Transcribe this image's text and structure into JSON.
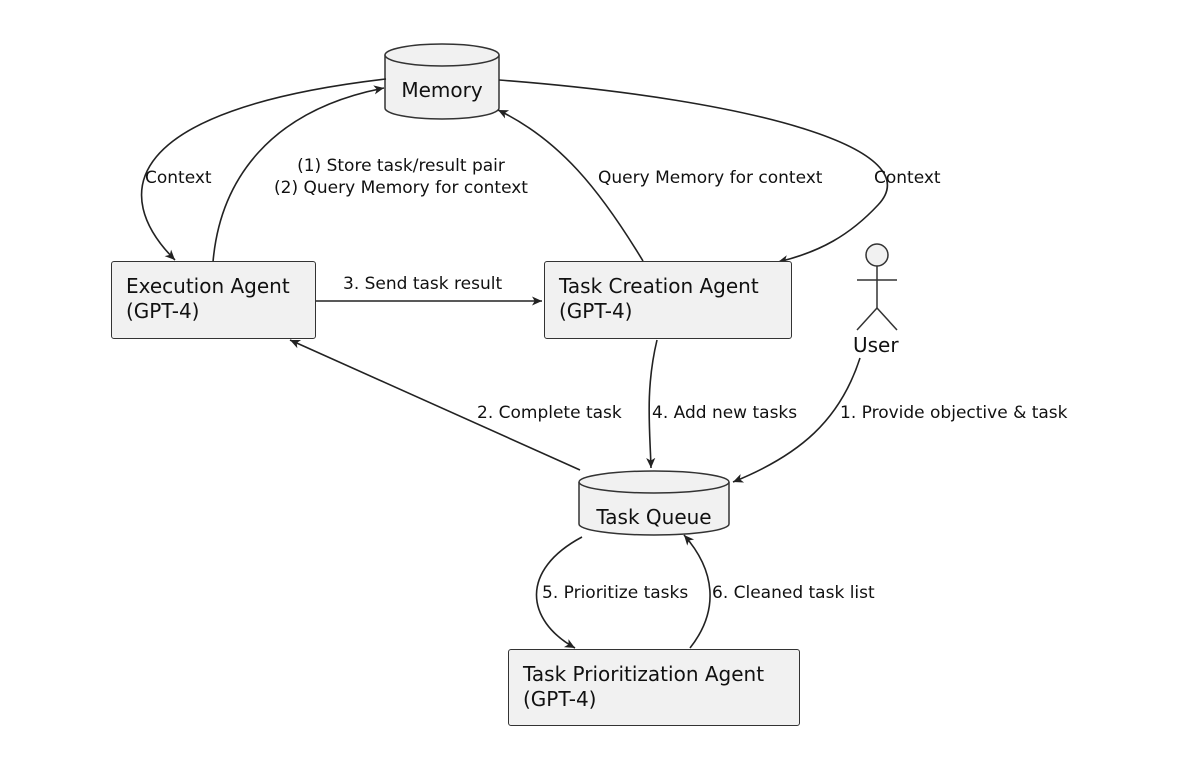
{
  "nodes": {
    "memory": {
      "label": "Memory"
    },
    "task_queue": {
      "label": "Task Queue"
    },
    "execution_agent": {
      "name": "Execution Agent",
      "model": "(GPT-4)"
    },
    "task_creation_agent": {
      "name": "Task Creation Agent",
      "model": "(GPT-4)"
    },
    "task_prioritization_agent": {
      "name": "Task Prioritization Agent",
      "model": "(GPT-4)"
    },
    "user": {
      "label": "User"
    }
  },
  "edges": {
    "memory_to_execution": "Context",
    "execution_to_memory_line1": "(1) Store task/result pair",
    "execution_to_memory_line2": "(2) Query Memory for context",
    "creation_to_memory": "Query Memory for context",
    "memory_to_creation": "Context",
    "execution_to_creation": "3. Send task result",
    "queue_to_execution": "2. Complete task",
    "creation_to_queue": "4. Add new tasks",
    "user_to_queue": "1. Provide objective & task",
    "queue_to_prioritization": "5. Prioritize tasks",
    "prioritization_to_queue": "6. Cleaned task list"
  },
  "colors": {
    "node_fill": "#f1f1f1",
    "stroke": "#333333",
    "text": "#111111"
  }
}
